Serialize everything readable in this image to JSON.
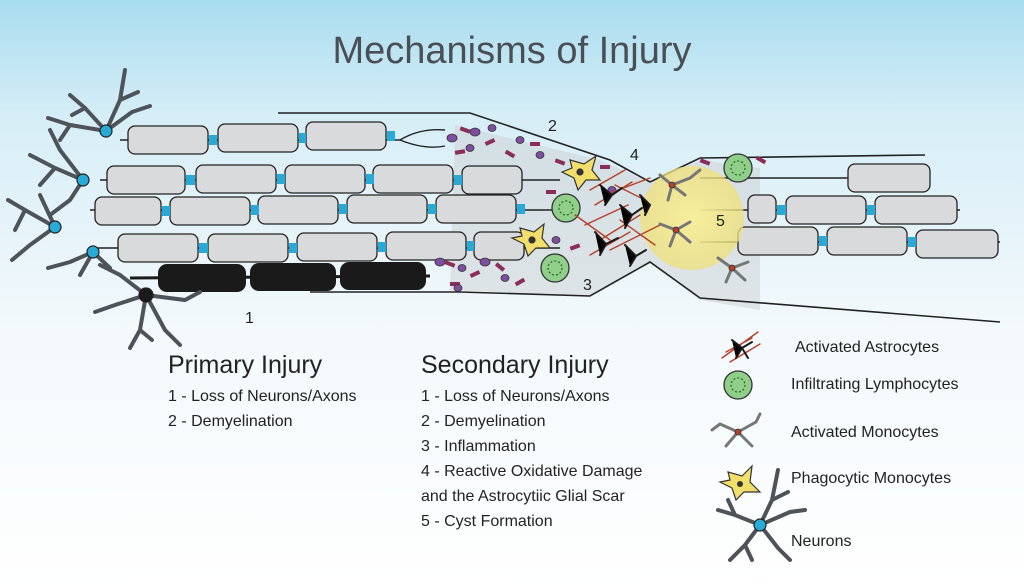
{
  "title": "Mechanisms of Injury",
  "region_labels": [
    "1",
    "2",
    "3",
    "4",
    "5"
  ],
  "primary": {
    "heading": "Primary Injury",
    "items": [
      "1 - Loss of Neurons/Axons",
      "2 - Demyelination"
    ]
  },
  "secondary": {
    "heading": "Secondary Injury",
    "items": [
      "1 - Loss of Neurons/Axons",
      "2 - Demyelination",
      "3 - Inflammation",
      "4 - Reactive Oxidative Damage",
      "and the Astrocytiic Glial Scar",
      "5 - Cyst Formation"
    ]
  },
  "legend": [
    {
      "label": "Activated Astrocytes",
      "icon": "activated-astrocyte-icon"
    },
    {
      "label": "Infiltrating Lymphocytes",
      "icon": "lymphocyte-icon"
    },
    {
      "label": "Activated Monocytes",
      "icon": "activated-monocyte-icon"
    },
    {
      "label": "Phagocytic Monocytes",
      "icon": "phagocytic-monocyte-icon"
    },
    {
      "label": "Neurons",
      "icon": "neuron-icon"
    }
  ],
  "colors": {
    "myelin": "#d9dadb",
    "node": "#29a9d6",
    "lymphocyte": "#8fcf8a",
    "phagocyte": "#f2de6b",
    "cyst": "#f4ea9a",
    "astrocyte": "#b5402a",
    "debris": "#8a2d5a",
    "debris_dot": "#7d4f9e",
    "neuron": "#555b60",
    "dead_axon": "#1a1a1a"
  }
}
